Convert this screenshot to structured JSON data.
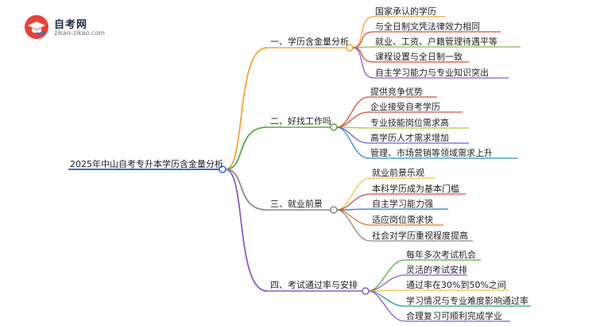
{
  "logo": {
    "title": "自考网",
    "url": "zikao-zikao.com"
  },
  "root": {
    "label": "2025年中山自考专升本学历含金量分析"
  },
  "branches": [
    {
      "label": "一、学历含金量分析",
      "color": "#f5a23a",
      "leaves": [
        {
          "text": "国家承认的学历",
          "color": "#f5a23a"
        },
        {
          "text": "与全日制文凭法律效力相同",
          "color": "#d94a3a"
        },
        {
          "text": "就业、工资、户籍管理待遇平等",
          "color": "#8ab84a"
        },
        {
          "text": "课程设置与全日制一致",
          "color": "#d94a3a"
        },
        {
          "text": "自主学习能力与专业知识突出",
          "color": "#8b5cc7"
        }
      ]
    },
    {
      "label": "二、好找工作吗",
      "color": "#5aa84a",
      "leaves": [
        {
          "text": "提供竞争优势",
          "color": "#d94a3a"
        },
        {
          "text": "企业接受自考学历",
          "color": "#d94a3a"
        },
        {
          "text": "专业技能岗位需求高",
          "color": "#b8c23a"
        },
        {
          "text": "高学历人才需求增加",
          "color": "#7a5cc7"
        },
        {
          "text": "管理、市场营销等领域需求上升",
          "color": "#2f8fd8"
        }
      ]
    },
    {
      "label": "三、就业前景",
      "color": "#8a8a8a",
      "leaves": [
        {
          "text": "就业前景乐观",
          "color": "#f2c14a"
        },
        {
          "text": "本科学历成为基本门槛",
          "color": "#d94a3a"
        },
        {
          "text": "自主学习能力强",
          "color": "#2f6fd8"
        },
        {
          "text": "适应岗位需求快",
          "color": "#e07a2a"
        },
        {
          "text": "社会对学历重视程度提高",
          "color": "#8a8a8a"
        }
      ]
    },
    {
      "label": "四、考试通过率与安排",
      "color": "#8b5cc7",
      "leaves": [
        {
          "text": "每年多次考试机会",
          "color": "#5aa84a"
        },
        {
          "text": "灵活的考试安排",
          "color": "#8b5cc7"
        },
        {
          "text": "通过率在30%到50%之间",
          "color": "#f2c14a"
        },
        {
          "text": "学习情况与专业难度影响通过率",
          "color": "#2f9a8a"
        },
        {
          "text": "合理复习可顺利完成学业",
          "color": "#8b5cc7"
        }
      ]
    }
  ]
}
